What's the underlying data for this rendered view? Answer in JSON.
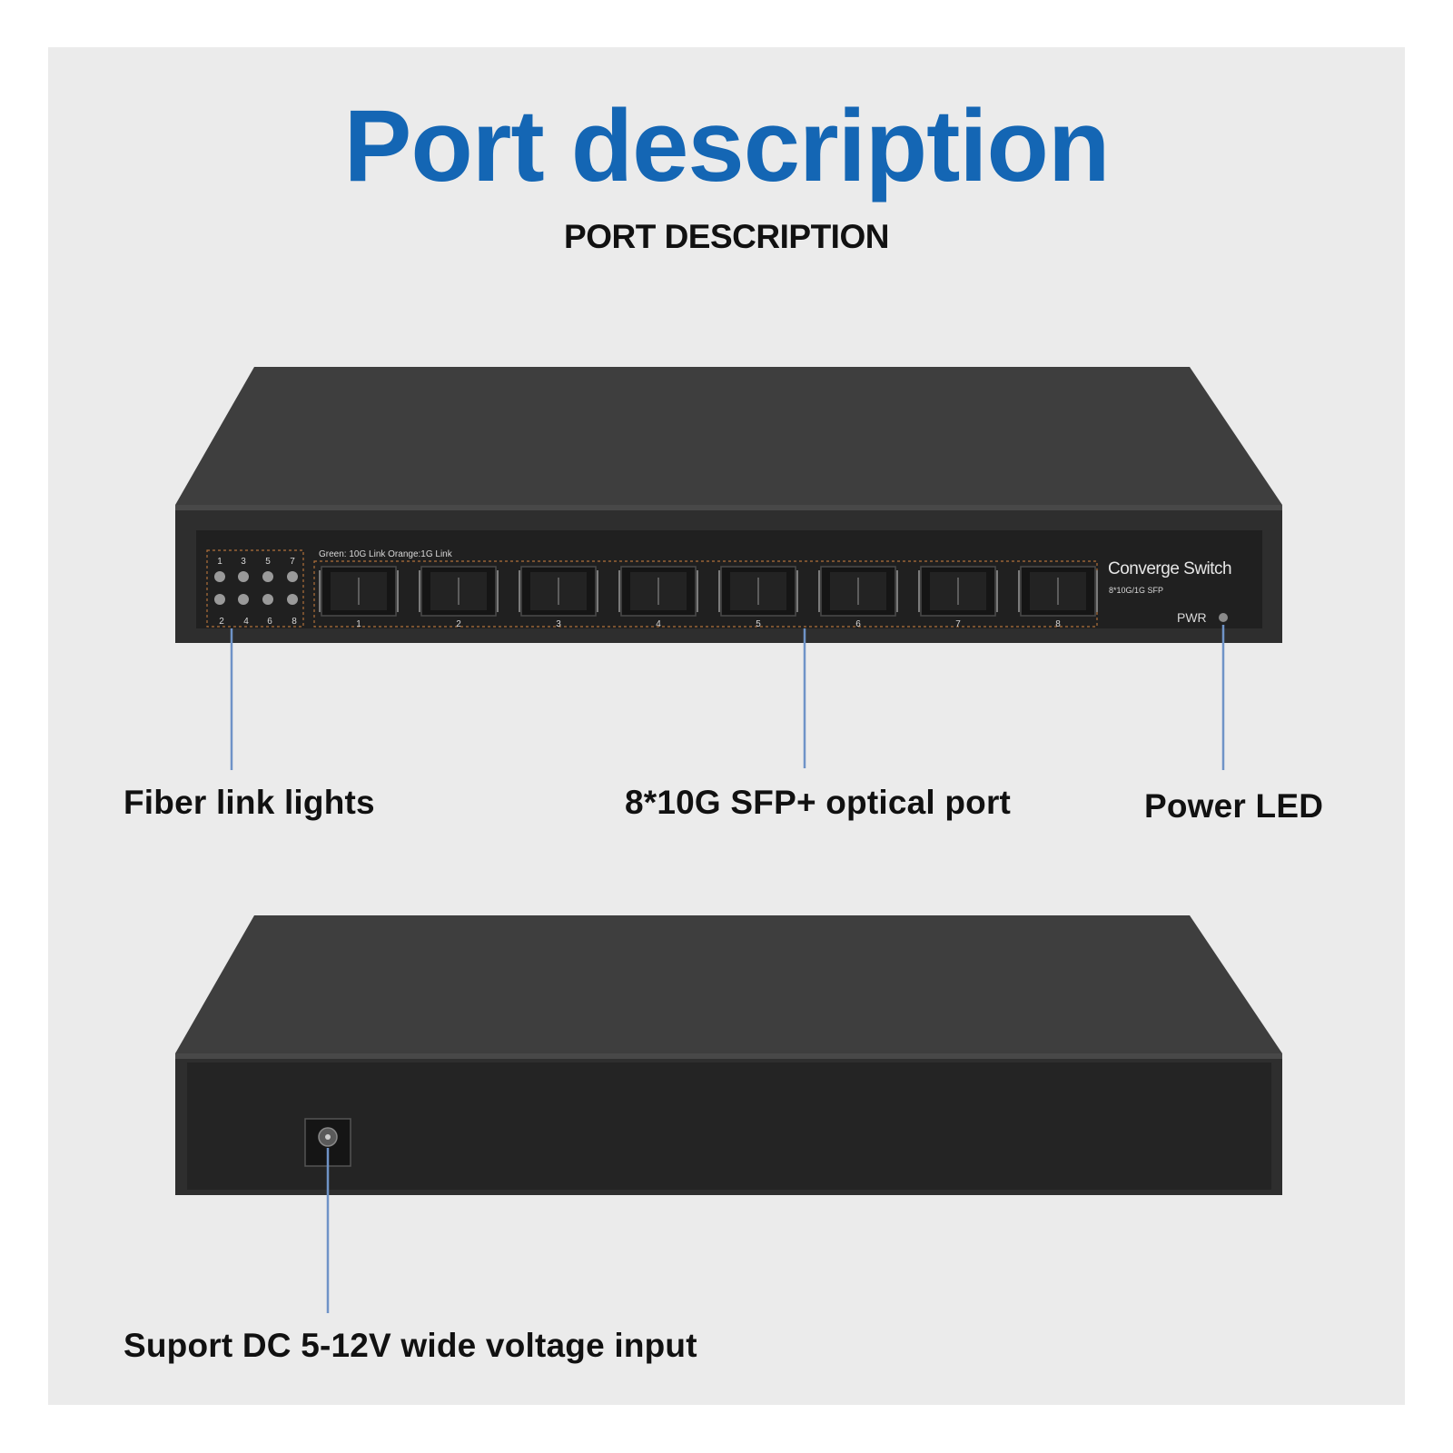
{
  "header": {
    "title": "Port description",
    "subtitle": "PORT DESCRIPTION"
  },
  "front_panel": {
    "led_numbers_top": [
      "1",
      "3",
      "5",
      "7"
    ],
    "led_numbers_bottom": [
      "2",
      "4",
      "6",
      "8"
    ],
    "legend": "Green: 10G Link  Orange:1G Link",
    "port_numbers": [
      "1",
      "2",
      "3",
      "4",
      "5",
      "6",
      "7",
      "8"
    ],
    "brand_title": "Converge Switch",
    "brand_subtitle": "8*10G/1G SFP",
    "pwr_label": "PWR"
  },
  "callouts": {
    "fiber_lights": "Fiber link lights",
    "sfp_ports": "8*10G SFP+ optical port",
    "power_led": "Power LED",
    "dc_input": "Suport DC 5-12V wide voltage input"
  },
  "colors": {
    "title_blue": "#1466b4",
    "device_body": "#383838",
    "callout_line": "#6f93c7"
  }
}
